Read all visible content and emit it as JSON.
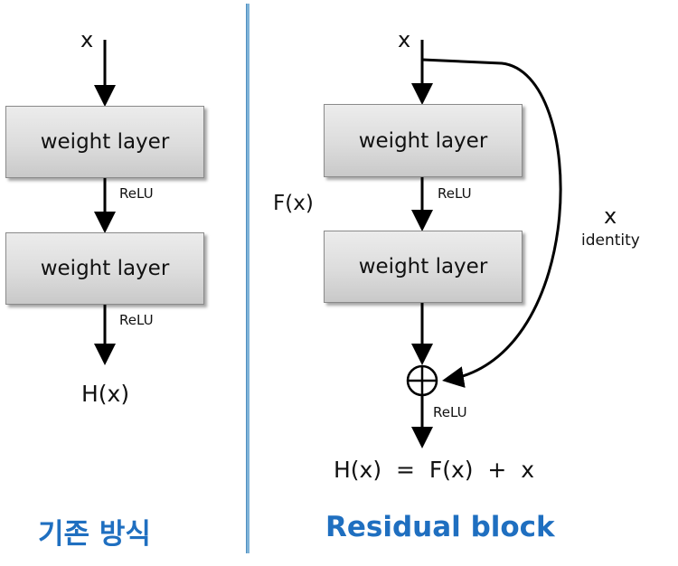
{
  "left": {
    "input": "x",
    "layer1": "weight layer",
    "relu1": "ReLU",
    "layer2": "weight layer",
    "relu2": "ReLU",
    "output": "H(x)",
    "heading": "기존 방식"
  },
  "right": {
    "input": "x",
    "layer1": "weight layer",
    "relu1": "ReLU",
    "layer2": "weight layer",
    "residual": "F(x)",
    "shortcut_x": "x",
    "shortcut_label": "identity",
    "relu_after_add": "ReLU",
    "output": "H(x)  =  F(x)  +  x",
    "heading": "Residual block"
  },
  "colors": {
    "heading": "#1f6fc0",
    "divider": "#7fb3d8",
    "arrow": "#000000"
  }
}
